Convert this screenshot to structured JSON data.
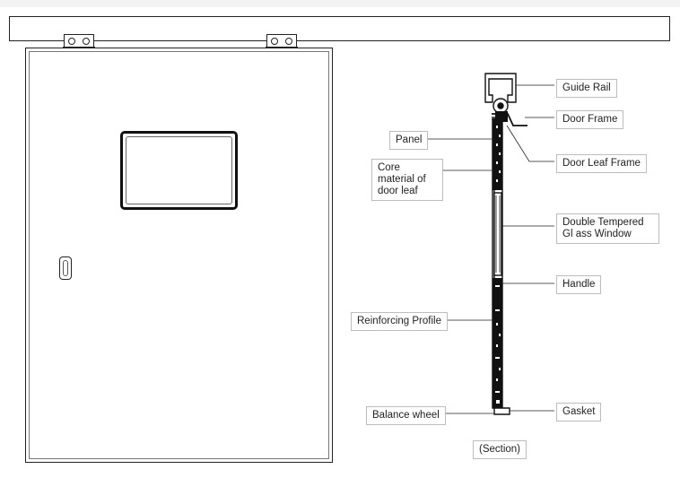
{
  "front_view": {
    "parts": [
      "guide-rail-bar",
      "hanger-left",
      "hanger-right",
      "door-leaf",
      "vision-window",
      "door-handle"
    ]
  },
  "section_view": {
    "callouts": {
      "guide_rail": "Guide Rail",
      "door_frame": "Door Frame",
      "panel": "Panel",
      "core_material": "Core material of door leaf",
      "door_leaf_frame": "Door Leaf Frame",
      "double_tempered_glass_window": "Double Tempered Gl ass Window",
      "handle": "Handle",
      "reinforcing_profile": "Reinforcing Profile",
      "balance_wheel": "Balance wheel",
      "gasket": "Gasket"
    },
    "caption": "(Section)"
  }
}
